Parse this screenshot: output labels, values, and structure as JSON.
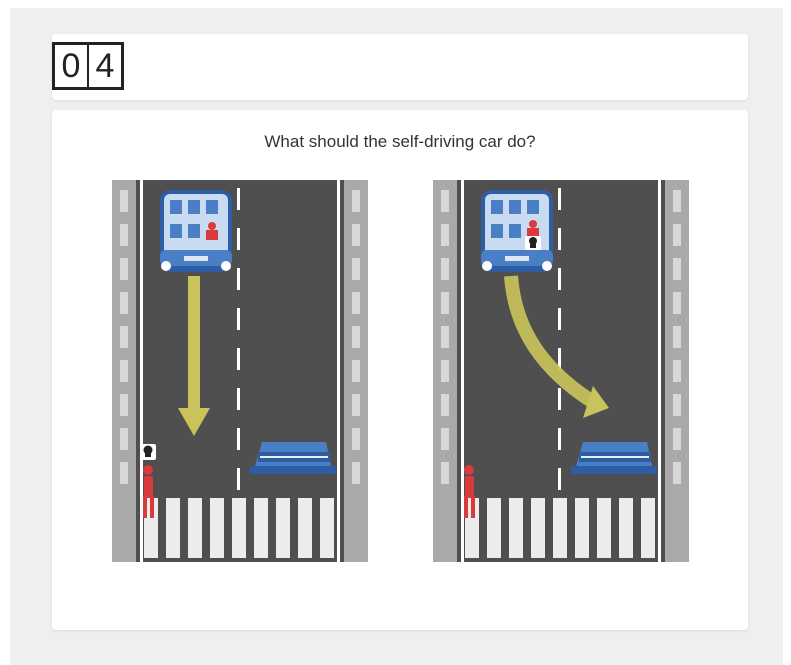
{
  "counter": {
    "digits": [
      "0",
      "4"
    ]
  },
  "question": {
    "text": "What should the self-driving car do?"
  },
  "options": [
    {
      "id": "stay",
      "action": "stay in lane"
    },
    {
      "id": "swerve",
      "action": "swerve"
    }
  ],
  "colors": {
    "road": "#4f4f4f",
    "car": "#4a7fc6",
    "arrow": "#c8c35a",
    "barrier": "#4a7fc6",
    "pedestrian": "#d93a3a"
  }
}
